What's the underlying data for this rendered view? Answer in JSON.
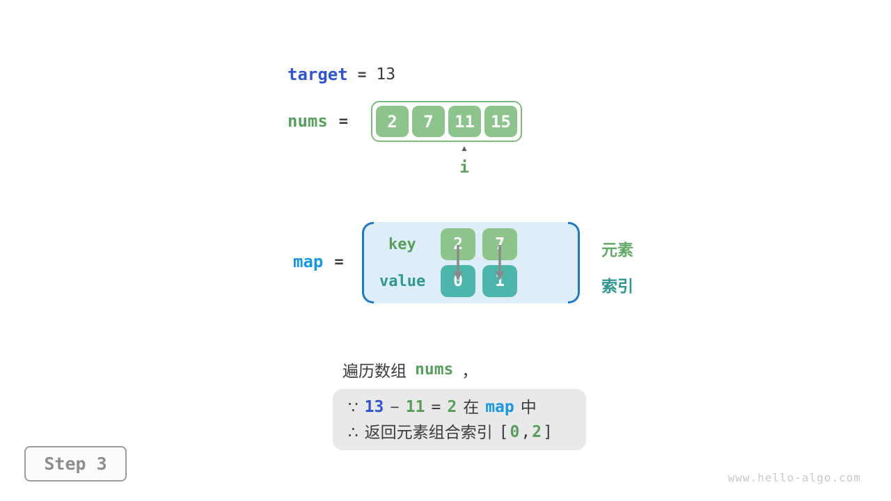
{
  "page": {
    "step_label": "Step 3",
    "watermark": "www.hello-algo.com"
  },
  "colors": {
    "royal_blue": "#2f54d6",
    "bright_blue": "#1897e3",
    "green_text": "#5a9e5c",
    "teal_text": "#2e988f",
    "green_box": "#8cc48c",
    "teal_box": "#4cb6ac",
    "map_bg": "#deeef8",
    "map_bracket": "#1f78c8",
    "gray_box_bg": "#e9e9e9",
    "arrow_gray": "#8a8a8a"
  },
  "target": {
    "label": "target",
    "equals": "=",
    "value": "13"
  },
  "nums": {
    "label": "nums",
    "equals": "=",
    "values": [
      "2",
      "7",
      "11",
      "15"
    ],
    "pointer_glyph": "▲",
    "pointer_label": "i",
    "pointer_index": 2
  },
  "map": {
    "label": "map",
    "equals": "=",
    "key_label": "key",
    "value_label": "value",
    "entries": [
      {
        "key": "2",
        "value": "0"
      },
      {
        "key": "7",
        "value": "1"
      }
    ],
    "right_labels": {
      "element": "元素",
      "index": "索引"
    }
  },
  "caption": {
    "prefix": "遍历数组",
    "code": "nums",
    "suffix": "，"
  },
  "conclusion": {
    "line1": {
      "because": "∵",
      "minuend": "13",
      "minus": "−",
      "subtrahend": "11",
      "equals": "=",
      "difference": "2",
      "in_word": "在",
      "map_word": "map",
      "zhong": "中"
    },
    "line2": {
      "therefore": "∴",
      "text": "返回元素组合索引",
      "open": "[",
      "idx1": "0",
      "comma": ",",
      "idx2": "2",
      "close": "]"
    }
  }
}
